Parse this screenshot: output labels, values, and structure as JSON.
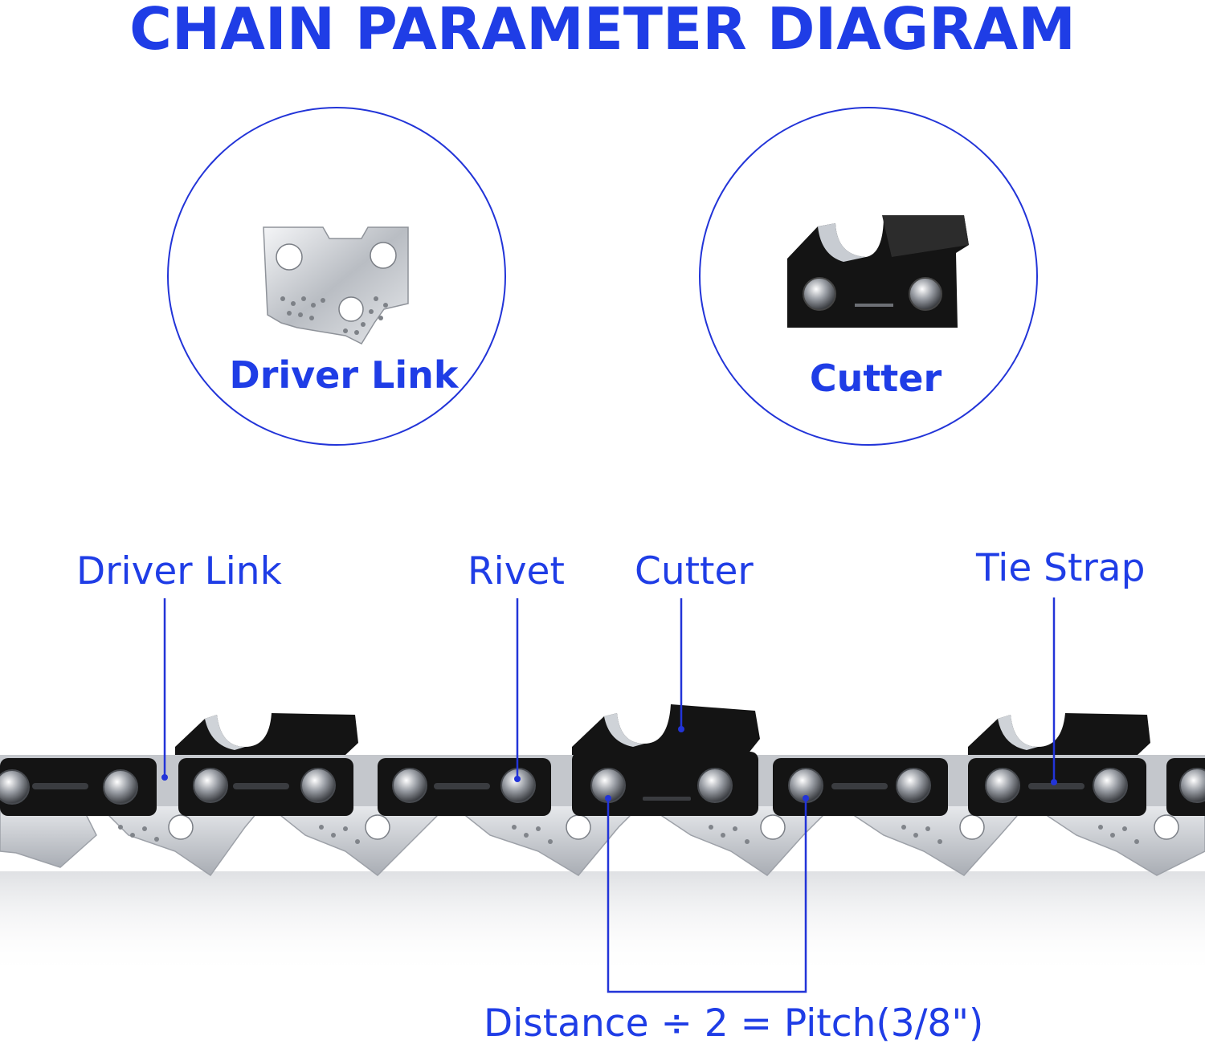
{
  "title": "CHAIN PARAMETER DIAGRAM",
  "colors": {
    "accent": "#1f3de6",
    "line": "#2234d8",
    "steel_dark": "#111111",
    "steel_light": "#c9ccd1"
  },
  "top_parts": [
    {
      "id": "driver-link",
      "label": "Driver Link"
    },
    {
      "id": "cutter",
      "label": "Cutter"
    }
  ],
  "callouts": {
    "driver_link": "Driver Link",
    "rivet": "Rivet",
    "cutter": "Cutter",
    "tie_strap": "Tie Strap"
  },
  "formula": "Distance ÷ 2 = Pitch(3/8\")"
}
